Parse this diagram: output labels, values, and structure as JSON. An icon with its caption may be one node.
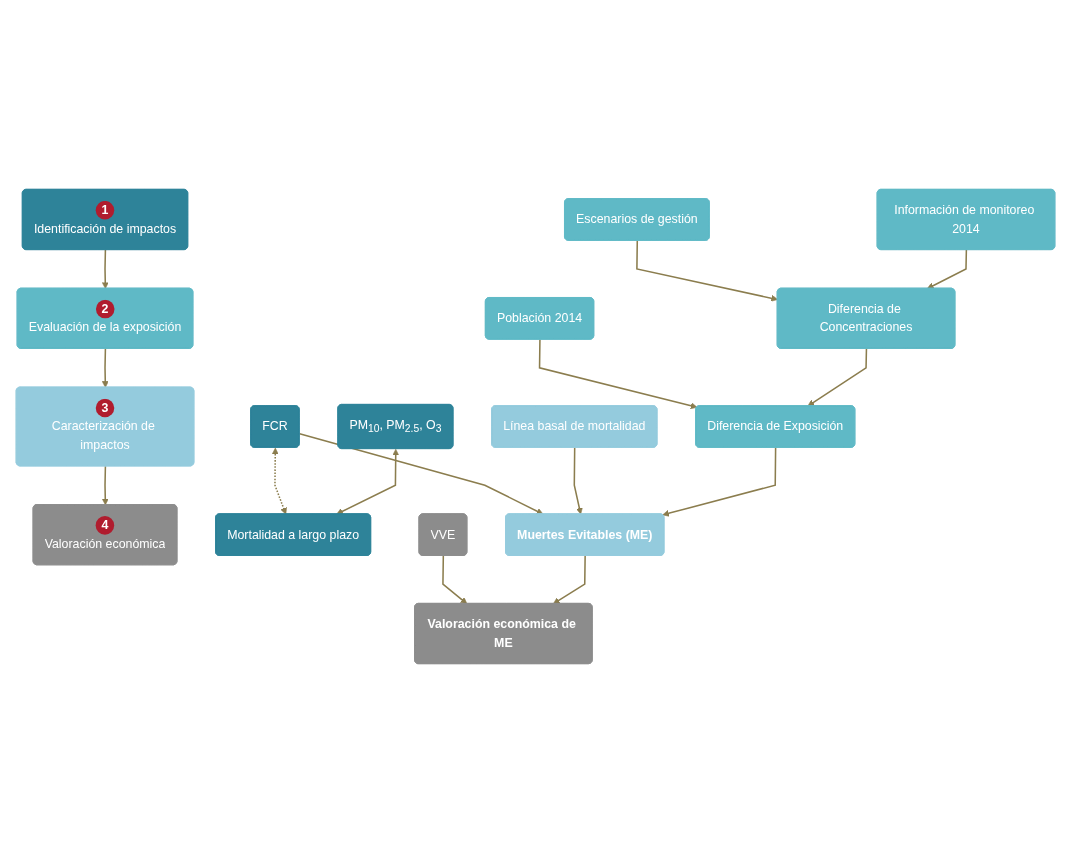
{
  "diagram": {
    "nodes": [
      {
        "text": [
          "1",
          "Identificación de impactos"
        ]
      },
      {
        "text": [
          "2",
          "Evaluación de la exposición"
        ]
      },
      {
        "text": [
          "3",
          "Caracterización de impactos"
        ]
      },
      {
        "text": [
          "4",
          "Valoración económica"
        ]
      },
      {
        "text": [
          "PM$_{10}$, PM$_{2.5}$, O$_{3}$"
        ]
      },
      {
        "text": [
          "Mortalidad a largo plazo"
        ]
      },
      {
        "text": [
          "Información de monitoreo 2014"
        ]
      },
      {
        "text": [
          "Escenarios de gestión"
        ]
      },
      {
        "text": [
          "Diferencia de Concentraciones"
        ]
      },
      {
        "text": [
          "Población 2014"
        ]
      },
      {
        "text": [
          "Diferencia de Exposición"
        ]
      },
      {
        "text": [
          "Línea basal de mortalidad"
        ]
      },
      {
        "text": [
          "FCR"
        ]
      },
      {
        "text": [
          "Muertes Evitables (ME)"
        ]
      },
      {
        "text": [
          "VVE"
        ]
      },
      {
        "text": [
          "Valoración económica de ME"
        ]
      }
    ],
    "edges": [
      {
        "from": 0,
        "to": 1,
        "arrow": "to"
      },
      {
        "from": 1,
        "to": 2,
        "arrow": "to"
      },
      {
        "from": 2,
        "to": 3,
        "arrow": "to"
      },
      {
        "from": 4,
        "to": 5,
        "arrow": "both"
      },
      {
        "from": 12,
        "to": 5,
        "arrow": "both",
        "style": "dashed"
      },
      {
        "from": 6,
        "to": 8,
        "arrow": "to"
      },
      {
        "from": 7,
        "to": 8,
        "arrow": "to"
      },
      {
        "from": 8,
        "to": 10,
        "arrow": "to"
      },
      {
        "from": 9,
        "to": 10,
        "arrow": "to"
      },
      {
        "from": 10,
        "to": 13,
        "arrow": "to"
      },
      {
        "from": 11,
        "to": 13,
        "arrow": "to"
      },
      {
        "from": 12,
        "to": 13,
        "arrow": "to"
      },
      {
        "from": 13,
        "to": 15,
        "arrow": "to"
      },
      {
        "from": 14,
        "to": 15,
        "arrow": "to"
      }
    ]
  }
}
